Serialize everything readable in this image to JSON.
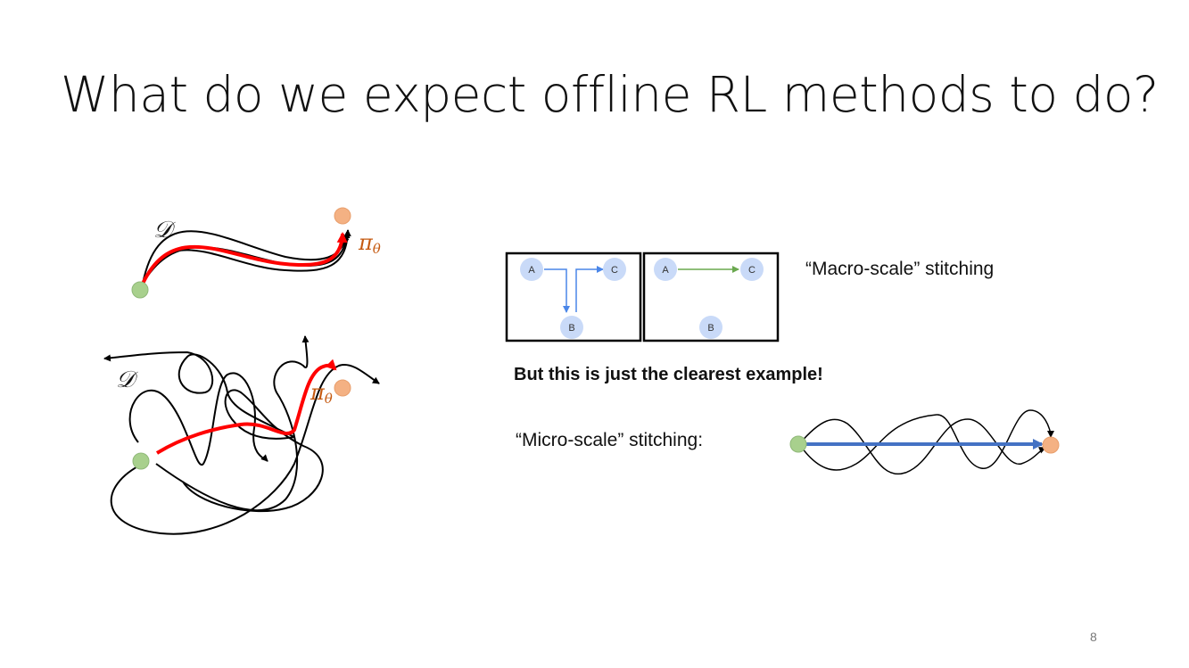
{
  "title": "What do we expect offline RL methods to do?",
  "labels": {
    "dataset_symbol": "𝒟",
    "policy_symbol": "π",
    "policy_subscript": "θ",
    "macro": "“Macro-scale” stitching",
    "clearest": "But this is just the clearest example!",
    "micro": "“Micro-scale” stitching:"
  },
  "nodes": {
    "a": "A",
    "b": "B",
    "c": "C"
  },
  "page_number": "8",
  "colors": {
    "start": "#a8d08d",
    "goal": "#f4b183",
    "policy": "#ff0000",
    "node_fill": "#c9daf8",
    "blue_arrow": "#4a86e8",
    "green_arrow": "#6aa84f",
    "micro_arrow": "#4472c4",
    "policy_text": "#c55a11"
  }
}
